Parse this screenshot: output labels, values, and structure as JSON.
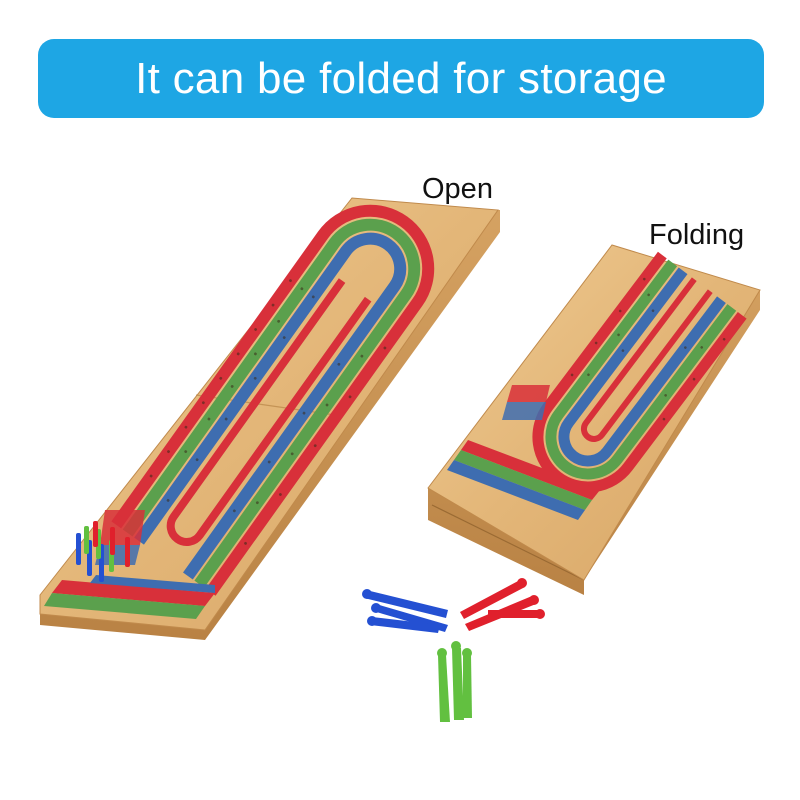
{
  "banner": {
    "title": "It can be folded for storage",
    "color": "#1ea6e4"
  },
  "labels": {
    "open": "Open",
    "folding": "Folding"
  },
  "colors": {
    "wood": "#e3b678",
    "wood_light": "#efcb93",
    "wood_dark": "#c99553",
    "track_red": "#d8303a",
    "track_green": "#5ba04d",
    "track_blue": "#3e6db0",
    "peg_red": "#e0202c",
    "peg_blue": "#2450d2",
    "peg_green": "#62c040"
  }
}
